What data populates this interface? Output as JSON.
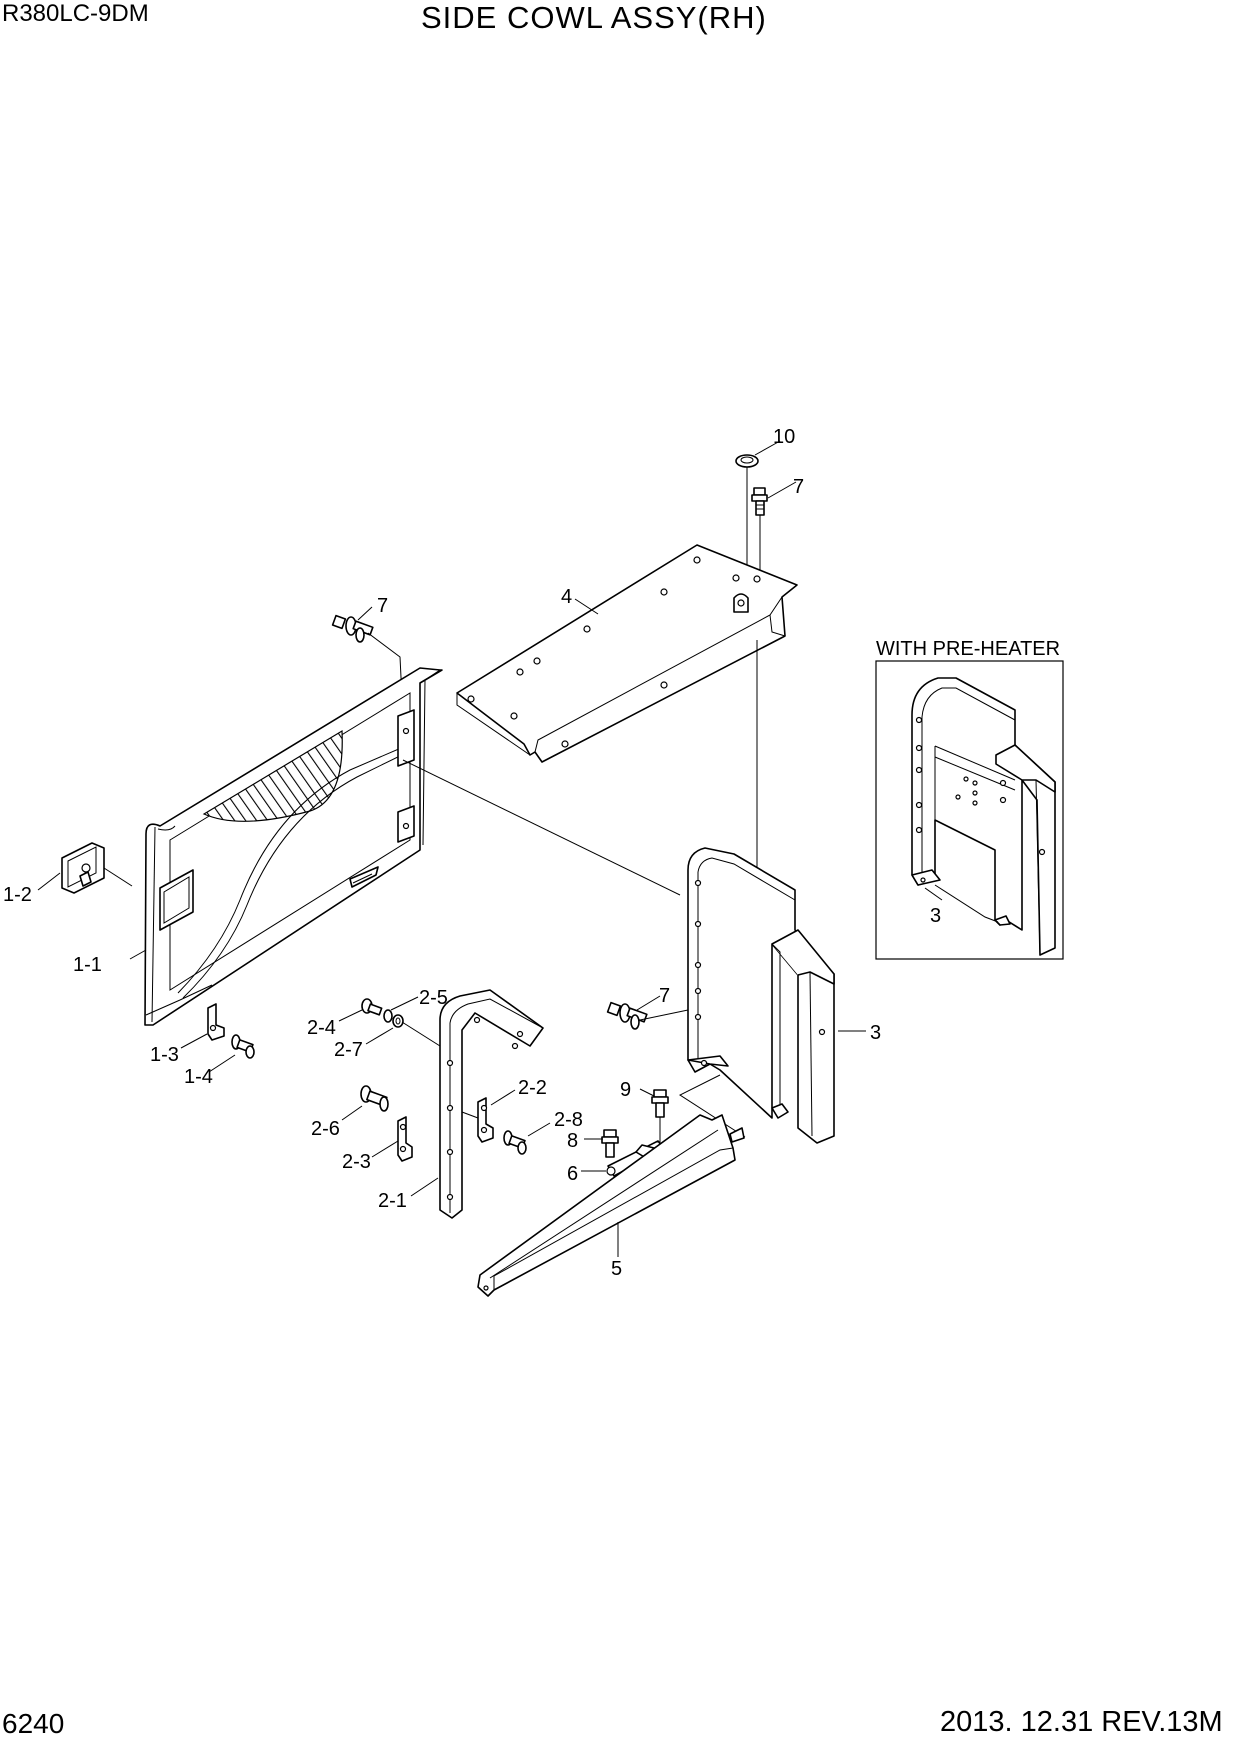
{
  "header": {
    "model": "R380LC-9DM",
    "title": "SIDE COWL ASSY(RH)"
  },
  "footer": {
    "page_number": "6240",
    "revision": "2013. 12.31  REV.13M"
  },
  "inset": {
    "label": "WITH PRE-HEATER",
    "callout": "3"
  },
  "callouts": {
    "c10": "10",
    "c7a": "7",
    "c4": "4",
    "c7b": "7",
    "c1_2": "1-2",
    "c1_1": "1-1",
    "c1_3": "1-3",
    "c1_4": "1-4",
    "c2_5": "2-5",
    "c2_4": "2-4",
    "c2_7": "2-7",
    "c2_2": "2-2",
    "c2_8": "2-8",
    "c2_6": "2-6",
    "c2_3": "2-3",
    "c2_1": "2-1",
    "c7c": "7",
    "c9": "9",
    "c8": "8",
    "c6": "6",
    "c5": "5",
    "c3": "3"
  }
}
